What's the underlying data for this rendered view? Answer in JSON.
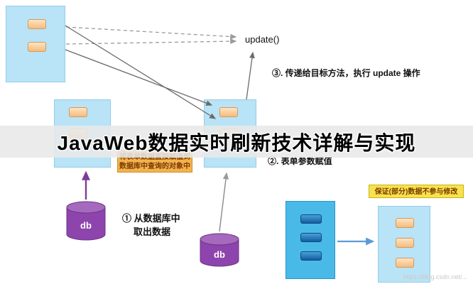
{
  "banner": {
    "title": "JavaWeb数据实时刷新技术详解与实现"
  },
  "update_label": "update()",
  "steps": {
    "step1_line1": "① 从数据库中",
    "step1_line2": "取出数据",
    "step2": "②. 表单参数赋值",
    "step3": "③. 传递给目标方法，执行 update 操作"
  },
  "notes": {
    "assign_line1": "将表单数据直接赋值到",
    "assign_line2": "数据库中查询的对象中",
    "protect": "保证(部分)数据不参与修改"
  },
  "databases": {
    "db1": "db",
    "db2": "db"
  },
  "watermark": "https://blog.csdn.net/...",
  "colors": {
    "box_light_blue": "#b9e3f6",
    "box_strong_blue": "#49b9e8",
    "chip_orange": "#f5bc7d",
    "chip_dark_blue": "#135d9e",
    "cylinder_purple": "#8e44ad",
    "note_yellow": "#f7e24e",
    "note_orange": "#f2b24e",
    "banner_bg": "#e8e8e8"
  }
}
